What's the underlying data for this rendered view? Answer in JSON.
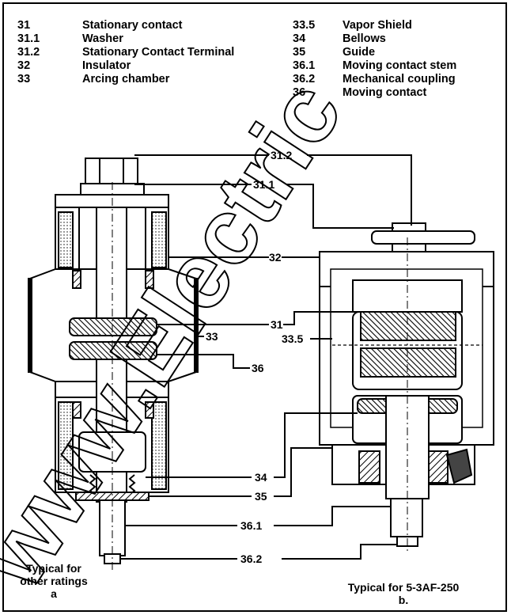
{
  "legend_left": [
    {
      "code": "31",
      "desc": "Stationary contact"
    },
    {
      "code": "31.1",
      "desc": "Washer"
    },
    {
      "code": "31.2",
      "desc": "Stationary Contact Terminal"
    },
    {
      "code": "32",
      "desc": "Insulator"
    },
    {
      "code": "33",
      "desc": "Arcing chamber"
    }
  ],
  "legend_right": [
    {
      "code": "33.5",
      "desc": "Vapor Shield"
    },
    {
      "code": "34",
      "desc": "Bellows"
    },
    {
      "code": "35",
      "desc": "Guide"
    },
    {
      "code": "36.1",
      "desc": "Moving contact stem"
    },
    {
      "code": "36.2",
      "desc": "Mechanical coupling"
    },
    {
      "code": "36",
      "desc": "Moving contact"
    }
  ],
  "callouts": {
    "c31_2": "31.2",
    "c31_1": "31.1",
    "c32": "32",
    "c31": "31",
    "c33": "33",
    "c33_5": "33.5",
    "c36": "36",
    "c34": "34",
    "c35": "35",
    "c36_1": "36.1",
    "c36_2": "36.2"
  },
  "captions": {
    "left_line1": "Typical for",
    "left_line2": "other ratings",
    "left_letter": "a",
    "right_line1": "Typical for 5-3AF-250",
    "right_letter": "b."
  },
  "watermark": "www.Electric"
}
